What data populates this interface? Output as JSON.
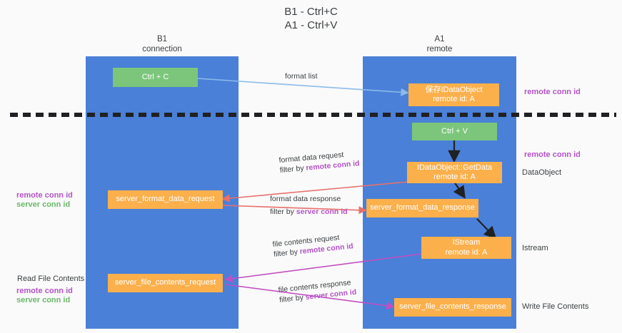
{
  "title": {
    "line1": "B1 - Ctrl+C",
    "line2": "A1 - Ctrl+V"
  },
  "lanes": [
    {
      "id": "b1",
      "name": "B1",
      "sub": "connection",
      "color": "#4a80d8"
    },
    {
      "id": "a1",
      "name": "A1",
      "sub": "remote",
      "color": "#4a80d8"
    }
  ],
  "colors": {
    "lane": "#4a80d8",
    "green_box": "#7bc67b",
    "orange_box": "#fbb04c",
    "remote_conn_id": "#b453c8",
    "server_conn_id": "#6aba6a",
    "arrow_blue": "#8bbbe8",
    "arrow_red": "#e8706a",
    "arrow_magenta": "#c24fc2",
    "arrow_black": "#202124",
    "divider": "#202124"
  },
  "nodes": {
    "ctrl_c": {
      "label": "Ctrl + C"
    },
    "ctrl_v": {
      "label": "Ctrl + V"
    },
    "save_idataobject": {
      "line1": "保存IDataObject",
      "line2": "remote id: A"
    },
    "idataobject_getdata": {
      "line1": "IDataObject::GetData",
      "line2": "remote id: A"
    },
    "istream": {
      "line1": "IStream",
      "line2": "remote id: A"
    },
    "server_format_data_request": {
      "label": "server_format_data_request"
    },
    "server_format_data_response": {
      "label": "server_format_data_response"
    },
    "server_file_contents_request": {
      "label": "server_file_contents_request"
    },
    "server_file_contents_response": {
      "label": "server_file_contents_response"
    }
  },
  "right_labels": {
    "remote_conn_id_top": "remote conn id",
    "remote_conn_id_mid": "remote conn id",
    "dataobject": "DataObject",
    "istream": "Istream",
    "write_file_contents": "Write File Contents"
  },
  "left_labels": {
    "remote_conn_id_1": "remote conn id",
    "server_conn_id_1": "server conn id",
    "read_file_contents": "Read File Contents",
    "remote_conn_id_2": "remote conn id",
    "server_conn_id_2": "server conn id"
  },
  "edges": [
    {
      "id": "format-list",
      "label_line1": "format list",
      "label_line2": "",
      "highlight": "",
      "color": "#8bbbe8"
    },
    {
      "id": "format-data-request",
      "label_line1": "format data request",
      "label_line2_prefix": "filter by ",
      "label_line2_highlight": "remote conn id",
      "color": "#e8706a"
    },
    {
      "id": "format-data-response",
      "label_line1": "format data response",
      "label_line2_prefix": "filter by ",
      "label_line2_highlight": "server conn id",
      "color": "#e8706a"
    },
    {
      "id": "file-contents-request",
      "label_line1": "file contents request",
      "label_line2_prefix": "filter by ",
      "label_line2_highlight": "remote conn id",
      "color": "#c24fc2"
    },
    {
      "id": "file-contents-response",
      "label_line1": "file contents response",
      "label_line2_prefix": "filter by ",
      "label_line2_highlight": "server conn id",
      "color": "#c24fc2"
    }
  ]
}
